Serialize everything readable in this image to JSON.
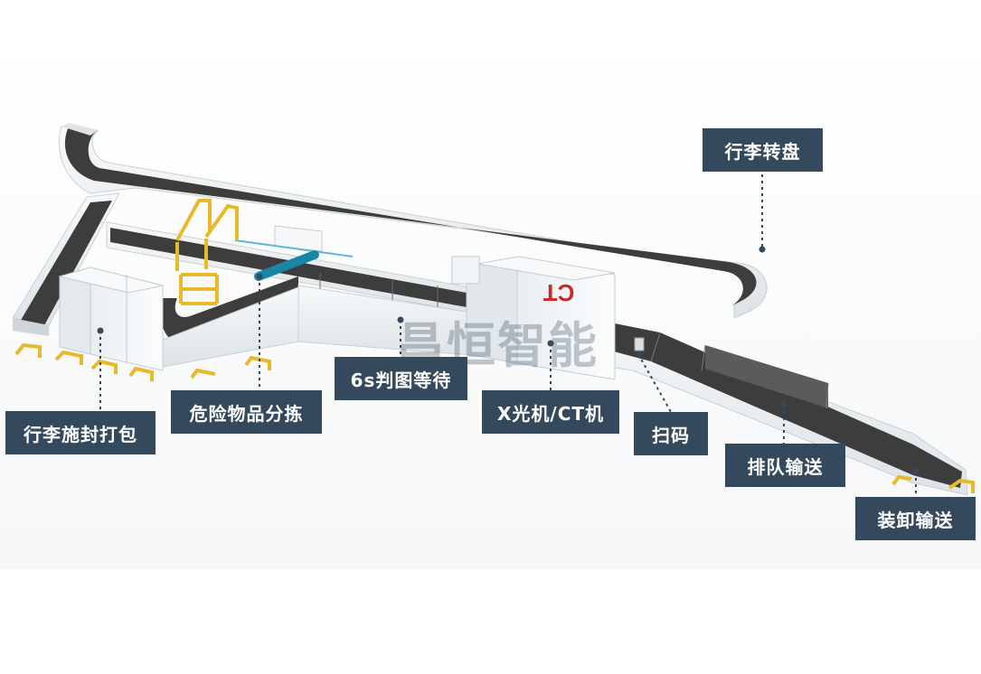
{
  "diagram": {
    "labels": {
      "carousel": "行李转盘",
      "wrap": "行李施封打包",
      "dangerous": "危险物品分拣",
      "waiting": "6s判图等待",
      "xray": "X光机/CT机",
      "scan": "扫码",
      "queue": "排队输送",
      "load": "装卸输送"
    },
    "machine_text": "CT",
    "watermark": "昌恒智能"
  },
  "colors": {
    "label_bg": "#34495b",
    "belt": "#3d3d3d",
    "wall": "#eef1f3",
    "guard": "#e8b92a",
    "sorter_arm": "#1a86a6"
  }
}
